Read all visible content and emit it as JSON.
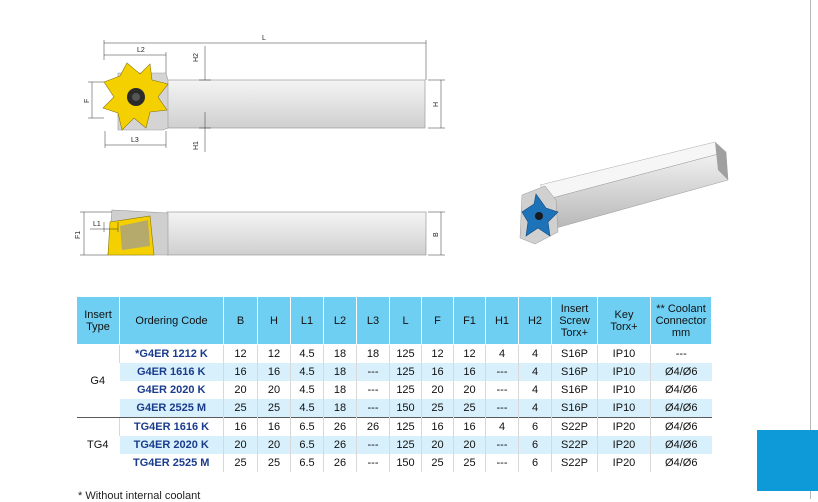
{
  "drawing_labels": {
    "L": "L",
    "L2": "L2",
    "H2": "H2",
    "F": "F",
    "H": "H",
    "L3": "L3",
    "H1": "H1",
    "L1": "L1",
    "F1": "F1",
    "B": "B"
  },
  "table": {
    "headers": [
      "Insert\nType",
      "Ordering Code",
      "B",
      "H",
      "L1",
      "L2",
      "L3",
      "L",
      "F",
      "F1",
      "H1",
      "H2",
      "Insert\nScrew\nTorx+",
      "Key\nTorx+",
      "** Coolant\nConnector\nmm"
    ],
    "groups": [
      {
        "type": "G4",
        "rows": [
          [
            "*G4ER 1212 K",
            "12",
            "12",
            "4.5",
            "18",
            "18",
            "125",
            "12",
            "12",
            "4",
            "4",
            "S16P",
            "IP10",
            "---"
          ],
          [
            "G4ER 1616 K",
            "16",
            "16",
            "4.5",
            "18",
            "---",
            "125",
            "16",
            "16",
            "---",
            "4",
            "S16P",
            "IP10",
            "Ø4/Ø6"
          ],
          [
            "G4ER 2020 K",
            "20",
            "20",
            "4.5",
            "18",
            "---",
            "125",
            "20",
            "20",
            "---",
            "4",
            "S16P",
            "IP10",
            "Ø4/Ø6"
          ],
          [
            "G4ER 2525 M",
            "25",
            "25",
            "4.5",
            "18",
            "---",
            "150",
            "25",
            "25",
            "---",
            "4",
            "S16P",
            "IP10",
            "Ø4/Ø6"
          ]
        ]
      },
      {
        "type": "TG4",
        "rows": [
          [
            "TG4ER 1616 K",
            "16",
            "16",
            "6.5",
            "26",
            "26",
            "125",
            "16",
            "16",
            "4",
            "6",
            "S22P",
            "IP20",
            "Ø4/Ø6"
          ],
          [
            "TG4ER 2020 K",
            "20",
            "20",
            "6.5",
            "26",
            "---",
            "125",
            "20",
            "20",
            "---",
            "6",
            "S22P",
            "IP20",
            "Ø4/Ø6"
          ],
          [
            "TG4ER 2525 M",
            "25",
            "25",
            "6.5",
            "26",
            "---",
            "150",
            "25",
            "25",
            "---",
            "6",
            "S22P",
            "IP20",
            "Ø4/Ø6"
          ]
        ]
      }
    ]
  },
  "footnote": "* Without internal coolant",
  "colors": {
    "header_bg": "#6fcff2",
    "alt_row": "#d7f0fb",
    "code_text": "#1a3c8c",
    "insert_yellow": "#f5d000",
    "accent_blue": "#0e9ad8"
  }
}
